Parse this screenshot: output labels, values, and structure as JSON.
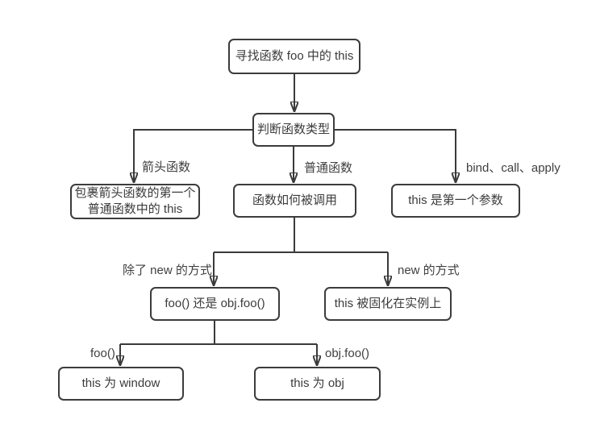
{
  "diagram": {
    "topic": "寻找函数 foo 中的 this",
    "colors": {
      "line": "#3a3a3a",
      "box_border": "#3c3c3c",
      "box_fill": "#ffffff",
      "text": "#3b3b3b",
      "background": "#ffffff"
    },
    "nodes": {
      "start": {
        "label": "寻找函数 foo 中的 this"
      },
      "judge_type": {
        "label": "判断函数类型"
      },
      "arrow_result": {
        "label": "包裹箭头函数的第一个\n普通函数中的 this"
      },
      "how_called": {
        "label": "函数如何被调用"
      },
      "bind_result": {
        "label": "this 是第一个参数"
      },
      "call_form": {
        "label": "foo() 还是 obj.foo()"
      },
      "new_result": {
        "label": "this 被固化在实例上"
      },
      "window_result": {
        "label": "this 为 window"
      },
      "obj_result": {
        "label": "this 为 obj"
      }
    },
    "edge_labels": {
      "arrow_fn": "箭头函数",
      "normal_fn": "普通函数",
      "bind_call_apply": "bind、call、apply",
      "not_new": "除了 new 的方式",
      "new_way": "new 的方式",
      "foo_call": "foo()",
      "obj_foo_call": "obj.foo()"
    }
  }
}
